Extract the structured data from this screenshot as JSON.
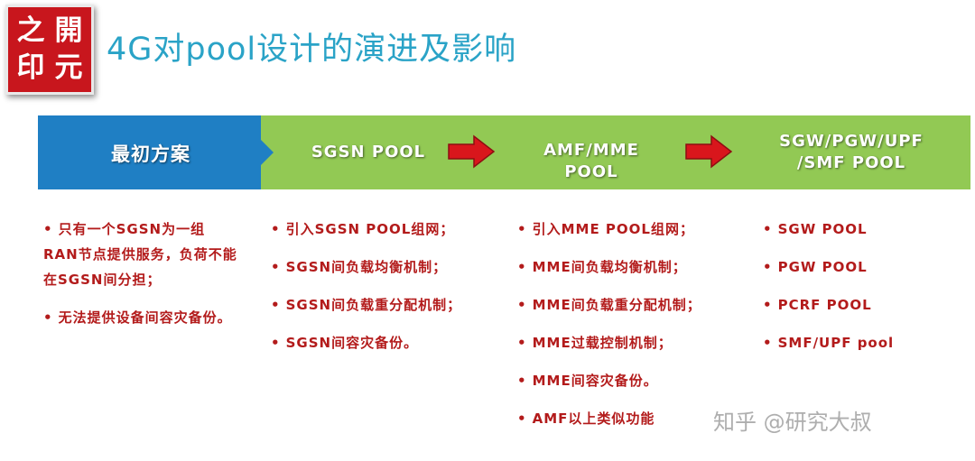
{
  "logo": {
    "chars": [
      "之",
      "開",
      "印",
      "元"
    ]
  },
  "title": "4G对pool设计的演进及影响",
  "headers": [
    {
      "label": "最初方案"
    },
    {
      "label": "SGSN POOL"
    },
    {
      "label": "AMF/MME POOL",
      "line1": "AMF/MME",
      "line2": "POOL"
    },
    {
      "label": "SGW/PGW/UPF /SMF POOL",
      "line1": "SGW/PGW/UPF",
      "line2": "/SMF POOL"
    }
  ],
  "columns": [
    {
      "items": [
        {
          "text": "只有一个SGSN为一组RAN节点提供服务，负荷不能在SGSN间分担；",
          "bullet": "•"
        },
        {
          "text": "无法提供设备间容灾备份。",
          "bullet": "•"
        }
      ]
    },
    {
      "items": [
        {
          "text": "引入SGSN POOL组网；",
          "bullet": "•"
        },
        {
          "text": "SGSN间负载均衡机制；",
          "bullet": "•"
        },
        {
          "text": "SGSN间负载重分配机制；",
          "bullet": "•"
        },
        {
          "text": "SGSN间容灾备份。",
          "bullet": "•"
        }
      ]
    },
    {
      "items": [
        {
          "text": "引入MME POOL组网；",
          "bullet": "•"
        },
        {
          "text": "MME间负载均衡机制；",
          "bullet": "•"
        },
        {
          "text": "MME间负载重分配机制；",
          "bullet": "•"
        },
        {
          "text": "MME过载控制机制；",
          "bullet": "•"
        },
        {
          "text": "MME间容灾备份。",
          "bullet": "•"
        },
        {
          "text": "AMF以上类似功能",
          "bullet": "•"
        }
      ]
    },
    {
      "items": [
        {
          "text": "SGW POOL",
          "bullet": "•"
        },
        {
          "text": "PGW POOL",
          "bullet": "•"
        },
        {
          "text": "PCRF POOL",
          "bullet": "•"
        },
        {
          "text": "SMF/UPF pool",
          "bullet": "•"
        }
      ]
    }
  ],
  "watermark": "知乎 @研究大叔",
  "colors": {
    "band_green": "#92c954",
    "band_blue": "#1f7fc4",
    "arrow_red": "#d9161c",
    "text_red": "#b31b1b",
    "title_blue": "#2aa3c7",
    "logo_red": "#c8161d"
  },
  "icons": [
    "right-arrow-icon",
    "right-arrow-icon"
  ]
}
